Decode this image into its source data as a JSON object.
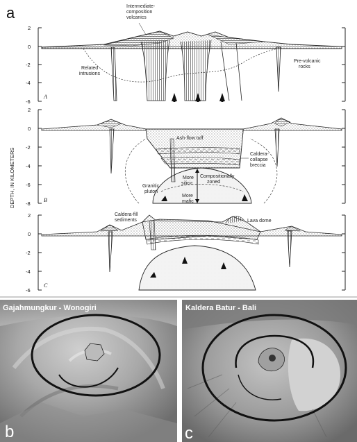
{
  "panel_a": {
    "letter": "a",
    "ylabel": "DEPTH, IN KILOMETERS",
    "ticks": [
      "2",
      "0",
      "-2",
      "-4",
      "-6",
      "-8"
    ],
    "sections": [
      {
        "letter": "A",
        "labels": {
          "intermediate": "Intermediate-\ncomposition\nvolcanics",
          "intrusions": "Related\nintrusions",
          "prevolcanic": "Pre-volcanic\nrocks"
        }
      },
      {
        "letter": "B",
        "labels": {
          "ashflow": "Ash-flow  tuff",
          "caldera_breccia": "Caldera-\ncollapse\nbreccia",
          "granitic": "Granitic\npluton",
          "more_silicic": "More\nsilicic",
          "zoned": "Compositionally\nzoned",
          "more_mafic": "More\nmafic"
        }
      },
      {
        "letter": "C",
        "labels": {
          "caldera_fill": "Caldera-fill\nsediments",
          "lava_dome": "Lava  dome"
        }
      }
    ]
  },
  "panel_b": {
    "letter": "b",
    "title": "Gajahmungkur - Wonogiri"
  },
  "panel_c": {
    "letter": "c",
    "title": "Kaldera Batur - Bali"
  }
}
